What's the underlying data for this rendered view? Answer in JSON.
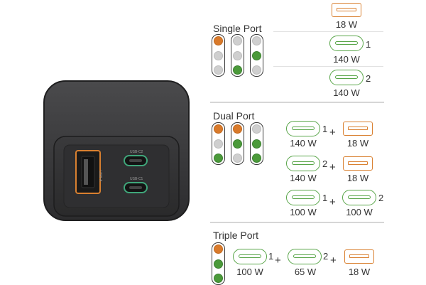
{
  "device": {
    "port_labels": [
      "USB-A",
      "USB-C2",
      "USB-C1"
    ]
  },
  "colors": {
    "usb_a": "#d98030",
    "usb_c": "#58a548",
    "led_orange": "#d97a2b",
    "led_green": "#4b9a3a",
    "led_off": "#cfcfcf"
  },
  "icons": {
    "usb_a": "usb-a-port-icon",
    "usb_c": "usb-c-port-icon"
  },
  "sections": {
    "single": {
      "title": "Single Port",
      "led_columns": [
        [
          "orange",
          "grey",
          "grey"
        ],
        [
          "grey",
          "grey",
          "green"
        ],
        [
          "grey",
          "green",
          "grey"
        ]
      ],
      "rows": [
        {
          "port": "USB-A",
          "number": "",
          "watts": "18 W"
        },
        {
          "port": "USB-C",
          "number": "1",
          "watts": "140 W"
        },
        {
          "port": "USB-C",
          "number": "2",
          "watts": "140 W"
        }
      ]
    },
    "dual": {
      "title": "Dual Port",
      "led_columns": [
        [
          "orange",
          "grey",
          "green"
        ],
        [
          "orange",
          "green",
          "grey"
        ],
        [
          "grey",
          "green",
          "green"
        ]
      ],
      "rows": [
        {
          "left": {
            "number": "1",
            "watts": "140 W"
          },
          "plus": "+",
          "right": {
            "watts": "18 W"
          }
        },
        {
          "left": {
            "number": "2",
            "watts": "140 W"
          },
          "plus": "+",
          "right": {
            "watts": "18 W"
          }
        },
        {
          "left": {
            "number": "1",
            "watts": "100 W"
          },
          "plus": "+",
          "right": {
            "number": "2",
            "watts": "100 W"
          }
        }
      ]
    },
    "triple": {
      "title": "Triple Port",
      "led_columns": [
        [
          "orange",
          "green",
          "green"
        ]
      ],
      "row": {
        "c1": {
          "number": "1",
          "watts": "100 W"
        },
        "plus1": "+",
        "c2": {
          "number": "2",
          "watts": "65 W"
        },
        "plus2": "+",
        "a": {
          "watts": "18 W"
        }
      }
    }
  }
}
